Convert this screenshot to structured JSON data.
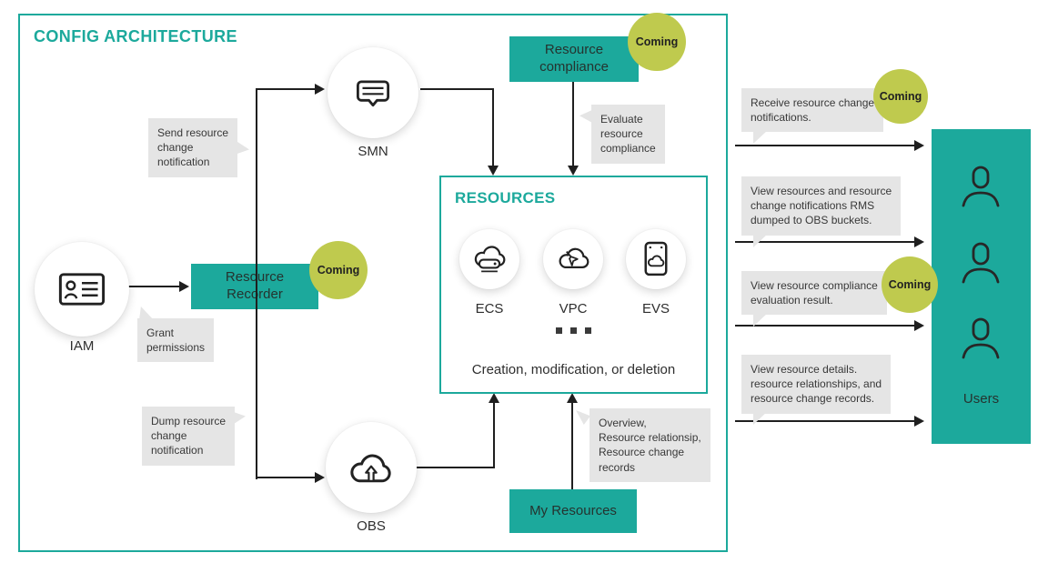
{
  "title": "CONFIG ARCHITECTURE",
  "badge": "Coming",
  "nodes": {
    "iam": "IAM",
    "smn": "SMN",
    "obs": "OBS",
    "recorder": "Resource\nRecorder",
    "compliance": "Resource\ncompliance",
    "my_resources": "My Resources",
    "users": "Users"
  },
  "resources": {
    "title": "RESOURCES",
    "items": [
      {
        "label": "ECS"
      },
      {
        "label": "VPC"
      },
      {
        "label": "EVS"
      }
    ],
    "footer": "Creation, modification, or deletion"
  },
  "callouts": {
    "send": "Send resource\nchange\nnotification",
    "grant": "Grant\npermissions",
    "dump": "Dump resource\nchange\nnotification",
    "evaluate": "Evaluate\nresource\ncompliance",
    "overview": "Overview,\nResource relationsip,\nResource change\nrecords",
    "receive": "Receive resource change\nnotifications.",
    "view_resources": "View resources and resource\nchange notifications RMS\ndumped to OBS buckets.",
    "view_compliance": "View resource compliance\nevaluation result.",
    "view_details": "View resource details.\nresource relationships, and\nresource change records."
  },
  "colors": {
    "teal": "#1CA99C",
    "badge_green": "#BFCA4E",
    "callout_gray": "#E5E5E5",
    "line": "#1F1F1F"
  }
}
